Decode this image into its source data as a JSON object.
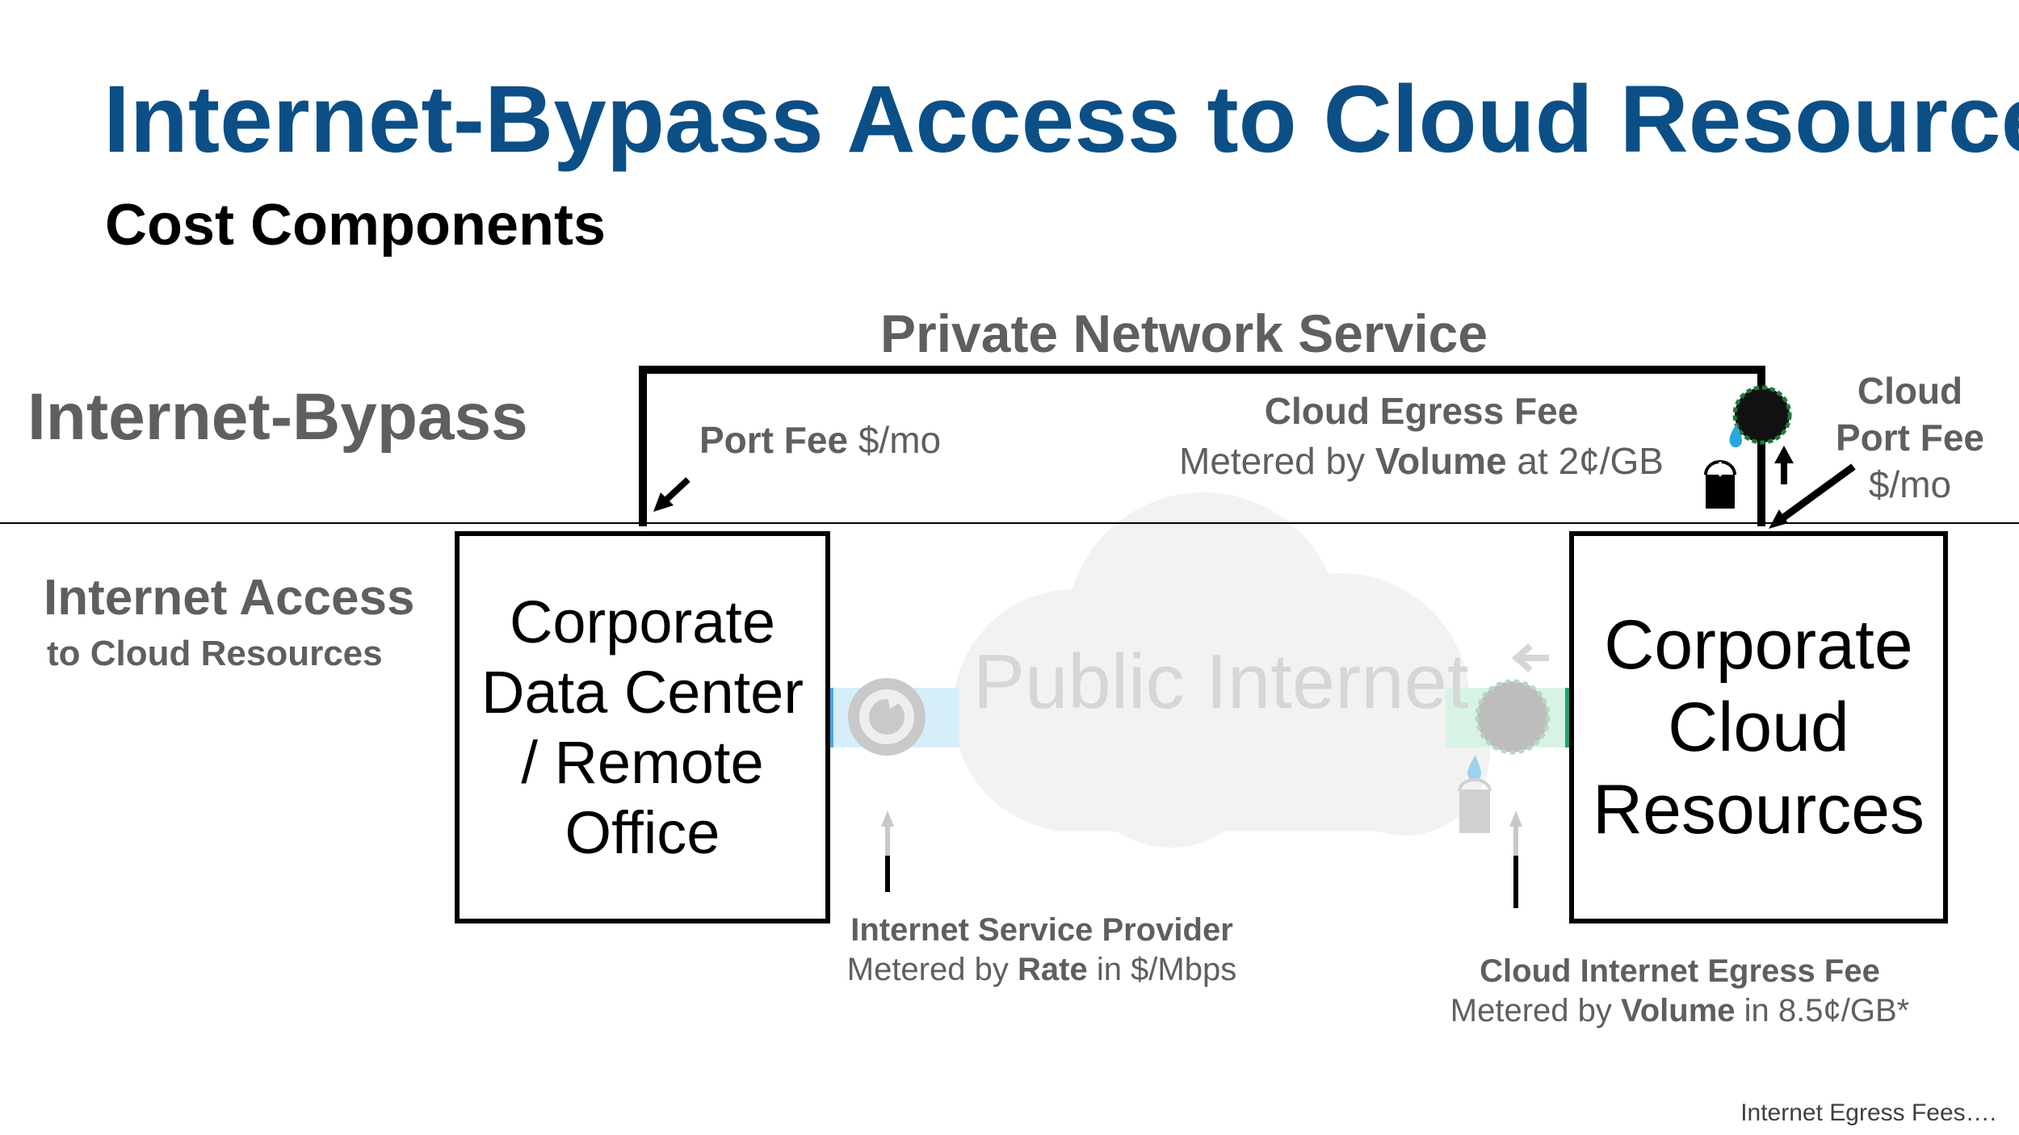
{
  "title": "Internet-Bypass Access to Cloud Resources",
  "subtitle": "Cost Components",
  "rows": {
    "bypass": "Internet-Bypass",
    "internet_access": "Internet Access",
    "internet_access_sub": "to Cloud Resources"
  },
  "private_network": {
    "label": "Private Network Service",
    "port_fee_bold": "Port Fee",
    "port_fee_rest": "$/mo",
    "egress_title": "Cloud Egress Fee",
    "egress_metered": "Metered by",
    "egress_volume": "Volume",
    "egress_rate": "at 2¢/GB",
    "cloud_port_fee_line1": "Cloud",
    "cloud_port_fee_line2": "Port Fee",
    "cloud_port_fee_line3": "$/mo"
  },
  "boxes": {
    "data_center": "Corporate\nData Center\n/ Remote\nOffice",
    "cloud_resources": "Corporate\nCloud\nResources"
  },
  "public_internet": "Public Internet",
  "isp": {
    "title": "Internet Service Provider",
    "metered": "Metered by",
    "rate": "Rate",
    "rest": "in $/Mbps"
  },
  "cloud_internet_egress": {
    "title": "Cloud Internet Egress Fee",
    "metered": "Metered by",
    "volume": "Volume",
    "rest": "in 8.5¢/GB*"
  },
  "footnote": "Internet Egress Fees….",
  "colors": {
    "title": "#0b4f86",
    "label_gray": "#5f5f5f",
    "cloud_fill": "#f2f2f2",
    "pipe_blue": "#cfeaf8",
    "pipe_green": "#d7f3e6",
    "valve_dark": "#111111",
    "valve_green": "#1e7a3a",
    "drop_blue": "#2aa7e0"
  },
  "icons": [
    "cloud-icon",
    "valve-icon",
    "drop-icon",
    "bucket-icon",
    "meter-icon",
    "arrow-icon"
  ]
}
